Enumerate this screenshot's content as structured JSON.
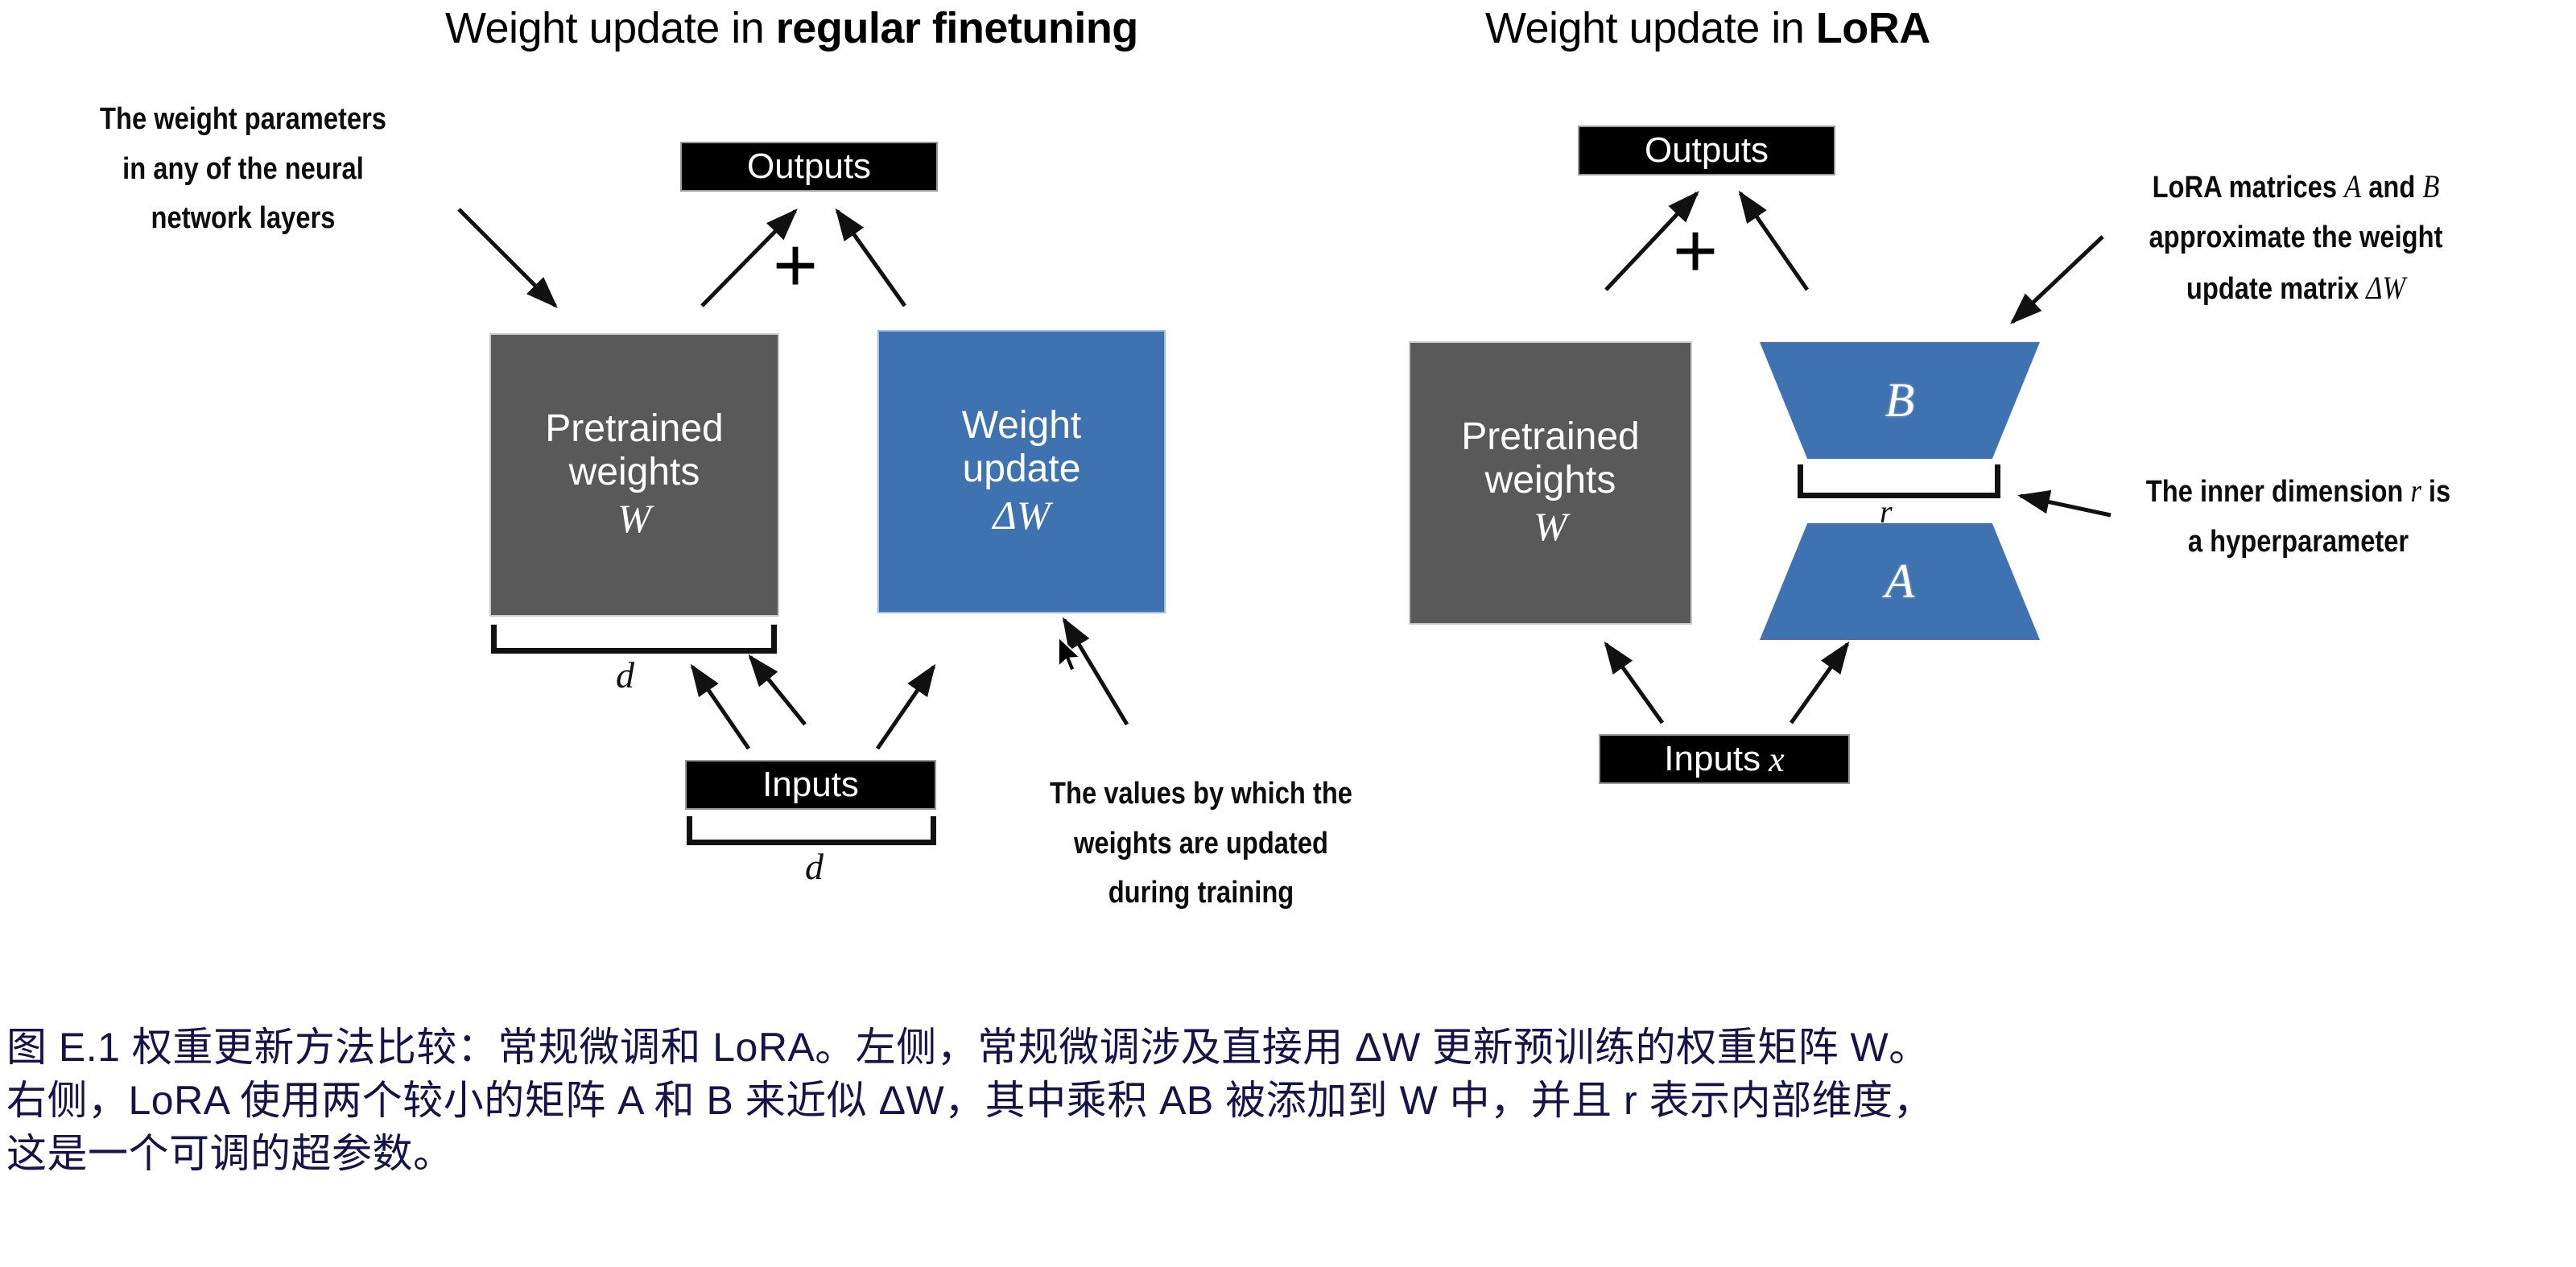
{
  "left_panel": {
    "title_prefix": "Weight update in ",
    "title_bold": "regular finetuning",
    "outputs_label": "Outputs",
    "inputs_label": "Inputs",
    "pretrained_line1": "Pretrained",
    "pretrained_line2": "weights",
    "pretrained_symbol": "W",
    "update_line1": "Weight",
    "update_line2": "update",
    "update_symbol": "ΔW",
    "plus_symbol": "+",
    "dim_under_weights": "d",
    "dim_under_inputs": "d",
    "note_weight_params": "The weight parameters in any of the neural network layers",
    "note_values": "The values by which the weights are updated during training"
  },
  "right_panel": {
    "title_prefix": "Weight update in ",
    "title_bold": "LoRA",
    "outputs_label": "Outputs",
    "inputs_label": "Inputs",
    "inputs_symbol": "x",
    "pretrained_line1": "Pretrained",
    "pretrained_line2": "weights",
    "pretrained_symbol": "W",
    "matrix_b": "B",
    "matrix_a": "A",
    "plus_symbol": "+",
    "dim_r": "r",
    "note_lora_line1": "LoRA matrices ",
    "note_lora_a": "A",
    "note_lora_and": " and ",
    "note_lora_b": "B",
    "note_lora_line2": "approximate the weight",
    "note_lora_line3": "update matrix ",
    "note_lora_dw": "ΔW",
    "note_inner_line1": "The inner dimension ",
    "note_inner_r": "r",
    "note_inner_is": " is",
    "note_inner_line2": "a hyperparameter"
  },
  "caption": {
    "color": "#141447",
    "line1": "图 E.1 权重更新方法比较：常规微调和 LoRA。左侧，常规微调涉及直接用 ΔW 更新预训练的权重矩阵 W。",
    "line2": "右侧，LoRA 使用两个较小的矩阵 A 和 B 来近似 ΔW，其中乘积 AB 被添加到 W 中，并且 r 表示内部维度，",
    "line3": "这是一个可调的超参数。"
  },
  "colors": {
    "blue_block": "#3E72B0",
    "grey_block": "#595959",
    "black_block": "#000000",
    "caption_navy": "#141447",
    "background": "#ffffff"
  }
}
